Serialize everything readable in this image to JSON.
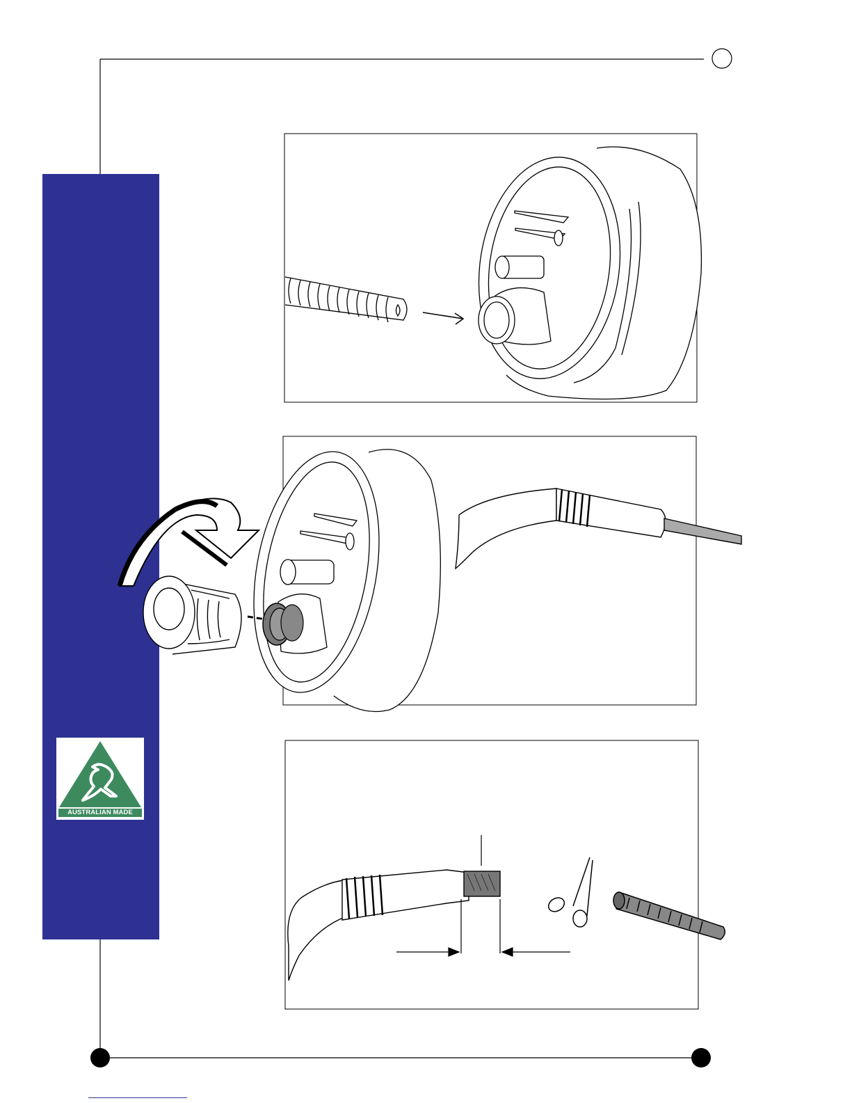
{
  "logo": {
    "text": "AUSTRALIAN MADE",
    "mark": "kangaroo-triangle-icon",
    "colors": {
      "green": "#3d8a5e",
      "white": "#ffffff"
    }
  },
  "sidebar": {
    "color": "#2e3192"
  },
  "panels": [
    {
      "name": "panel-insert-tube",
      "icons": [
        "corrugated-tube-icon",
        "arrow-right-icon",
        "grommet-fitting-icon"
      ]
    },
    {
      "name": "panel-fit-cap",
      "icons": [
        "rotate-arrow-icon",
        "end-cap-icon",
        "grommet-fitting-icon",
        "power-cord-icon"
      ]
    },
    {
      "name": "panel-trim-cord",
      "icons": [
        "cord-plug-icon",
        "scissors-icon",
        "cut-tube-icon",
        "measure-arrows-icon"
      ]
    }
  ]
}
